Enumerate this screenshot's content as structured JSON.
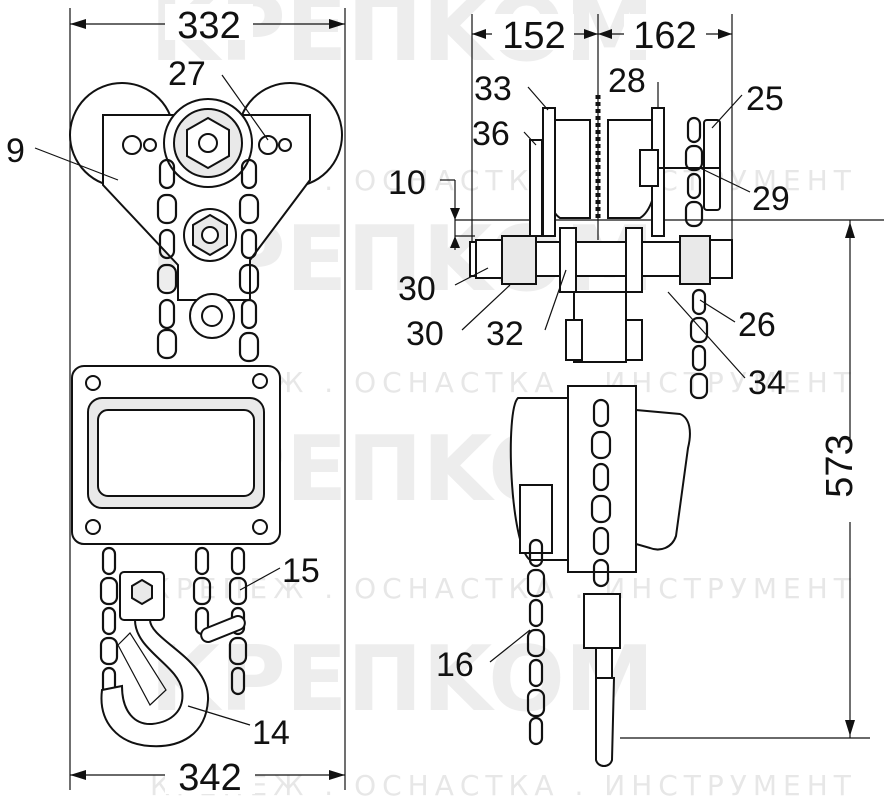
{
  "watermark": {
    "brand": "KPEПKOM",
    "tagline": "КРЕПЕЖ . ОСНАСТКА . ИНСТРУМЕНТ"
  },
  "dimensions": {
    "top_width": "332",
    "bottom_width": "342",
    "trolley_left": "152",
    "trolley_right": "162",
    "height": "573",
    "flange_gap": "10"
  },
  "callouts": {
    "c9": "9",
    "c27": "27",
    "c15": "15",
    "c14": "14",
    "c33": "33",
    "c36": "36",
    "c28": "28",
    "c25": "25",
    "c29": "29",
    "c10": "10",
    "c30a": "30",
    "c30b": "30",
    "c32": "32",
    "c26": "26",
    "c34": "34",
    "c16": "16"
  }
}
